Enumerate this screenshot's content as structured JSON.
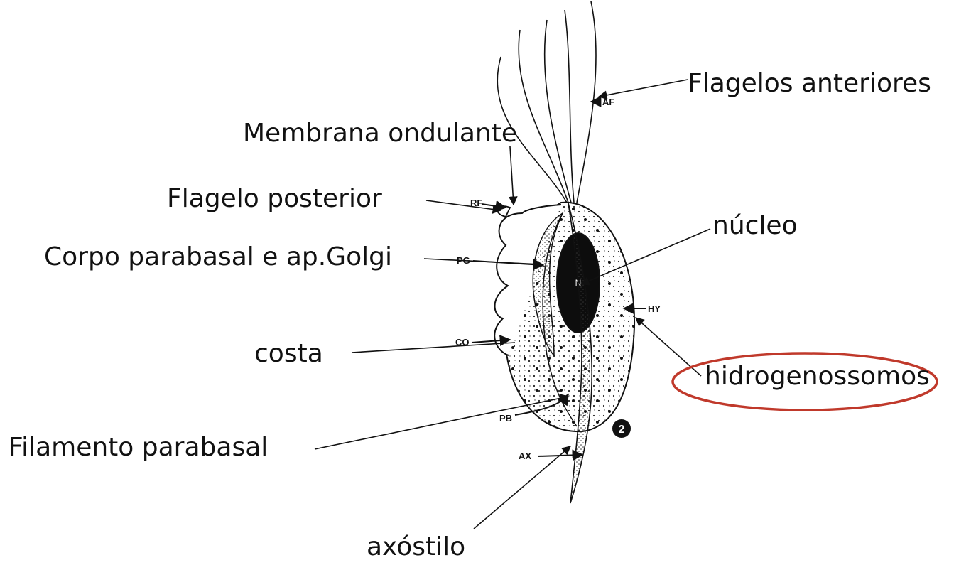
{
  "figure_number": "2",
  "nucleus_letter": "N",
  "abbreviations": {
    "af": "AF",
    "rf": "RF",
    "pg": "PG",
    "co": "CO",
    "hy": "HY",
    "pb": "PB",
    "ax": "AX"
  },
  "labels": {
    "flagelos_anteriores": "Flagelos anteriores",
    "membrana_ondulante": "Membrana ondulante",
    "flagelo_posterior": "Flagelo posterior",
    "corpo_parabasal": "Corpo parabasal e ap.Golgi",
    "nucleo": "núcleo",
    "costa": "costa",
    "hidrogenossomos": "hidrogenossomos",
    "filamento_parabasal": "Filamento parabasal",
    "axostilo": "axóstilo"
  },
  "colors": {
    "highlight": "#c0392b",
    "ink": "#111111"
  }
}
